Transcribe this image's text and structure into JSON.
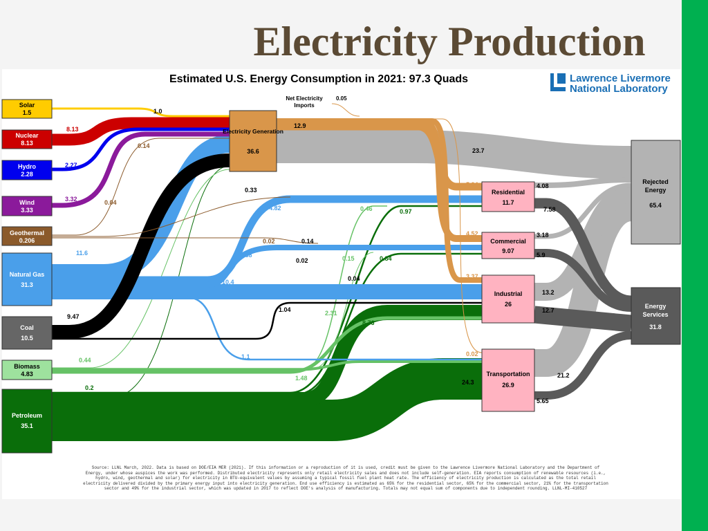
{
  "slide": {
    "title": "Electricity Production"
  },
  "chart": {
    "title": "Estimated U.S. Energy Consumption in 2021: 97.3 Quads",
    "logo": {
      "line1": "Lawrence Livermore",
      "line2": "National Laboratory"
    },
    "source_note": "Source: LLNL March, 2022. Data is based on DOE/EIA MER (2021). If this information or a reproduction of it is used, credit must be given to the Lawrence Livermore National Laboratory and the Department of Energy, under whose auspices the work was performed. Distributed electricity represents only retail electricity sales and does not include self-generation. EIA reports consumption of renewable resources (i.e., hydro, wind, geothermal and solar) for electricity in BTU-equivalent values by assuming a typical fossil fuel plant heat rate. The efficiency of electricity production is calculated as the total retail electricity delivered divided by the primary energy input into electricity generation. End use efficiency is estimated as 65% for the residential sector, 65% for the commercial sector, 21% for the transportation sector and 49% for the industrial sector, which was updated in 2017 to reflect DOE's analysis of manufacturing. Totals may not equal sum of components due to independent rounding. LLNL-MI-410527"
  },
  "chart_data": {
    "type": "sankey",
    "units": "Quads",
    "sources": [
      {
        "name": "Solar",
        "value": "1.5",
        "color": "#ffcc00"
      },
      {
        "name": "Nuclear",
        "value": "8.13",
        "color": "#cc0000"
      },
      {
        "name": "Hydro",
        "value": "2.28",
        "color": "#0000ee"
      },
      {
        "name": "Wind",
        "value": "3.33",
        "color": "#8b1a9b"
      },
      {
        "name": "Geothermal",
        "value": "0.206",
        "color": "#8b5a2b"
      },
      {
        "name": "Natural Gas",
        "value": "31.3",
        "color": "#4a9fea"
      },
      {
        "name": "Coal",
        "value": "10.5",
        "color": "#000000"
      },
      {
        "name": "Biomass",
        "value": "4.83",
        "color": "#66c266"
      },
      {
        "name": "Petroleum",
        "value": "35.1",
        "color": "#0a6e0a"
      }
    ],
    "hubs": [
      {
        "name": "Electricity Generation",
        "value": "36.6",
        "color": "#d9964a"
      }
    ],
    "sectors": [
      {
        "name": "Residential",
        "value": "11.7"
      },
      {
        "name": "Commercial",
        "value": "9.07"
      },
      {
        "name": "Industrial",
        "value": "26"
      },
      {
        "name": "Transportation",
        "value": "26.9"
      }
    ],
    "sinks": [
      {
        "name": "Rejected Energy",
        "value": "65.4"
      },
      {
        "name": "Energy Services",
        "value": "31.8"
      }
    ],
    "net_imports": {
      "label": "Net Electricity Imports",
      "value": "0.05"
    },
    "flow_labels": [
      "1.0",
      "8.13",
      "2.27",
      "3.32",
      "0.14",
      "0.04",
      "12.9",
      "23.7",
      "5.04",
      "4.52",
      "3.37",
      "0.02",
      "4.08",
      "7.58",
      "3.18",
      "5.9",
      "13.2",
      "12.7",
      "21.2",
      "5.65",
      "0.33",
      "4.82",
      "0.46",
      "0.97",
      "0.02",
      "0.14",
      "3.38",
      "0.02",
      "0.15",
      "0.84",
      "11.6",
      "10.4",
      "0.04",
      "1.04",
      "9.47",
      "2.31",
      "8.76",
      "1.1",
      "0.44",
      "1.48",
      "0.2",
      "24.3"
    ],
    "flows": [
      {
        "from": "Solar",
        "to": "Electricity Generation",
        "value": 1.0
      },
      {
        "from": "Nuclear",
        "to": "Electricity Generation",
        "value": 8.13
      },
      {
        "from": "Hydro",
        "to": "Electricity Generation",
        "value": 2.27
      },
      {
        "from": "Wind",
        "to": "Electricity Generation",
        "value": 3.32
      },
      {
        "from": "Geothermal",
        "to": "Electricity Generation",
        "value": 0.14
      },
      {
        "from": "Geothermal",
        "to": "Residential",
        "value": 0.04
      },
      {
        "from": "Geothermal",
        "to": "Commercial",
        "value": 0.02
      },
      {
        "from": "Natural Gas",
        "to": "Electricity Generation",
        "value": 11.6
      },
      {
        "from": "Natural Gas",
        "to": "Residential",
        "value": 4.82
      },
      {
        "from": "Natural Gas",
        "to": "Commercial",
        "value": 3.38
      },
      {
        "from": "Natural Gas",
        "to": "Industrial",
        "value": 10.4
      },
      {
        "from": "Natural Gas",
        "to": "Transportation",
        "value": 1.1
      },
      {
        "from": "Coal",
        "to": "Electricity Generation",
        "value": 9.47
      },
      {
        "from": "Coal",
        "to": "Industrial",
        "value": 1.04
      },
      {
        "from": "Biomass",
        "to": "Electricity Generation",
        "value": 0.44
      },
      {
        "from": "Biomass",
        "to": "Residential",
        "value": 0.46
      },
      {
        "from": "Biomass",
        "to": "Commercial",
        "value": 0.15
      },
      {
        "from": "Biomass",
        "to": "Industrial",
        "value": 2.31
      },
      {
        "from": "Biomass",
        "to": "Transportation",
        "value": 1.48
      },
      {
        "from": "Petroleum",
        "to": "Electricity Generation",
        "value": 0.2
      },
      {
        "from": "Petroleum",
        "to": "Residential",
        "value": 0.97
      },
      {
        "from": "Petroleum",
        "to": "Commercial",
        "value": 0.84
      },
      {
        "from": "Petroleum",
        "to": "Industrial",
        "value": 8.76
      },
      {
        "from": "Petroleum",
        "to": "Transportation",
        "value": 24.3
      },
      {
        "from": "Electricity Generation",
        "to": "Rejected Energy",
        "value": 23.7
      },
      {
        "from": "Electricity Generation",
        "to": "Residential",
        "value": 5.04
      },
      {
        "from": "Electricity Generation",
        "to": "Commercial",
        "value": 4.52
      },
      {
        "from": "Electricity Generation",
        "to": "Industrial",
        "value": 3.37
      },
      {
        "from": "Electricity Generation",
        "to": "Transportation",
        "value": 0.02
      },
      {
        "from": "Residential",
        "to": "Rejected Energy",
        "value": 4.08
      },
      {
        "from": "Residential",
        "to": "Energy Services",
        "value": 7.58
      },
      {
        "from": "Commercial",
        "to": "Rejected Energy",
        "value": 3.18
      },
      {
        "from": "Commercial",
        "to": "Energy Services",
        "value": 5.9
      },
      {
        "from": "Industrial",
        "to": "Rejected Energy",
        "value": 13.2
      },
      {
        "from": "Industrial",
        "to": "Energy Services",
        "value": 12.7
      },
      {
        "from": "Transportation",
        "to": "Rejected Energy",
        "value": 21.2
      },
      {
        "from": "Transportation",
        "to": "Energy Services",
        "value": 5.65
      }
    ]
  }
}
